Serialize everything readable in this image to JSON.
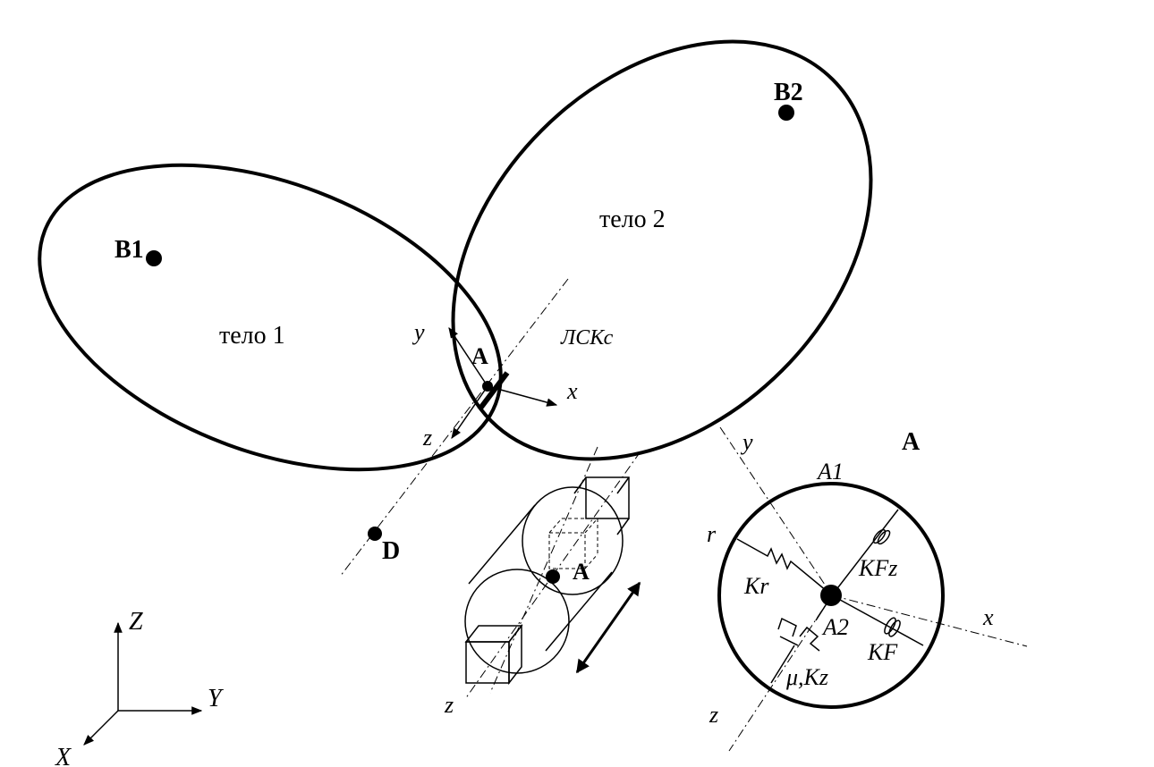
{
  "labels": {
    "body1": "тело 1",
    "body2": "тело 2",
    "b1": "B1",
    "b2": "B2",
    "a_main": "A",
    "d": "D",
    "lskc": "ЛСКс",
    "local_x": "x",
    "local_y": "y",
    "local_z": "z",
    "global_x": "X",
    "global_y": "Y",
    "global_z": "Z",
    "cyl_a": "A",
    "cyl_z": "z",
    "detail_title": "A",
    "detail_a1": "A1",
    "detail_a2": "A2",
    "detail_r": "r",
    "detail_y": "y",
    "detail_x": "x",
    "detail_z": "z",
    "kr": "Kr",
    "kfz": "KFz",
    "kf": "KF",
    "mu_kz": "μ,Kz"
  },
  "colors": {
    "ink": "#000000",
    "background": "#ffffff"
  }
}
